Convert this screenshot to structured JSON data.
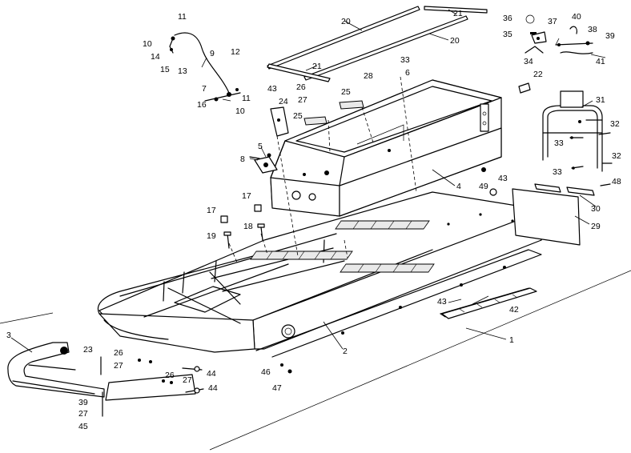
{
  "callouts": {
    "c1": "1",
    "c2": "2",
    "c3": "3",
    "c4": "4",
    "c5": "5",
    "c6": "6",
    "c7": "7",
    "c8": "8",
    "c9": "9",
    "c10a": "10",
    "c10b": "10",
    "c11a": "11",
    "c11b": "11",
    "c12": "12",
    "c13": "13",
    "c14": "14",
    "c15": "15",
    "c16": "16",
    "c17a": "17",
    "c17b": "17",
    "c18": "18",
    "c19": "19",
    "c20a": "20",
    "c20b": "20",
    "c21a": "21",
    "c21b": "21",
    "c22": "22",
    "c23": "23",
    "c24": "24",
    "c25a": "25",
    "c25b": "25",
    "c26a": "26",
    "c26b": "26",
    "c26c": "26",
    "c27a": "27",
    "c27b": "27",
    "c27c": "27",
    "c27d": "27",
    "c28": "28",
    "c29": "29",
    "c30": "30",
    "c31": "31",
    "c32a": "32",
    "c32b": "32",
    "c33a": "33",
    "c33b": "33",
    "c33c": "33",
    "c34": "34",
    "c35": "35",
    "c36": "36",
    "c37": "37",
    "c38": "38",
    "c39a": "39",
    "c39b": "39",
    "c40": "40",
    "c41": "41",
    "c42": "42",
    "c43a": "43",
    "c43b": "43",
    "c43c": "43",
    "c44a": "44",
    "c44b": "44",
    "c45": "45",
    "c46": "46",
    "c47": "47",
    "c48": "48",
    "c49": "49"
  }
}
